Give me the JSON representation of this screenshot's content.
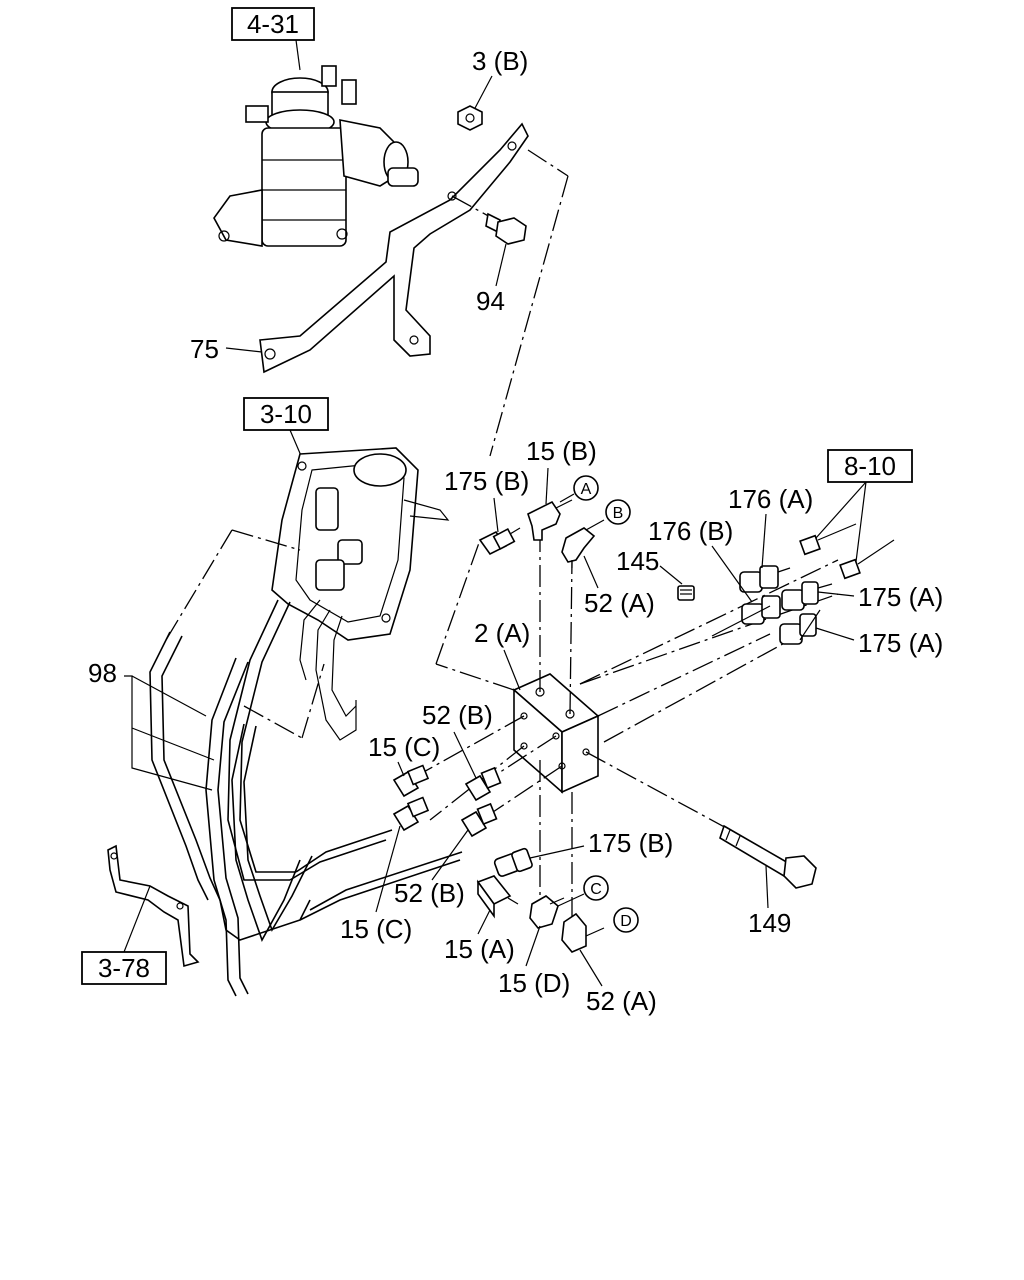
{
  "ref_boxes": {
    "r431": "4-31",
    "r310": "3-10",
    "r810": "8-10",
    "r378": "3-78"
  },
  "callouts": {
    "c3b": "3 (B)",
    "c94": "94",
    "c75": "75",
    "c98": "98",
    "c15b": "15 (B)",
    "c175b_top": "175 (B)",
    "c176a": "176 (A)",
    "c176b": "176 (B)",
    "c145": "145",
    "c52a_top": "52 (A)",
    "c175a_1": "175 (A)",
    "c175a_2": "175 (A)",
    "c2a": "2 (A)",
    "c52b_1": "52 (B)",
    "c15c_1": "15 (C)",
    "c175b_bot": "175 (B)",
    "c52b_2": "52 (B)",
    "c15c_2": "15 (C)",
    "c15a": "15 (A)",
    "c15d": "15 (D)",
    "c52a_bot": "52 (A)",
    "c149": "149"
  },
  "circle_markers": {
    "a": "A",
    "b": "B",
    "c": "C",
    "d": "D"
  }
}
